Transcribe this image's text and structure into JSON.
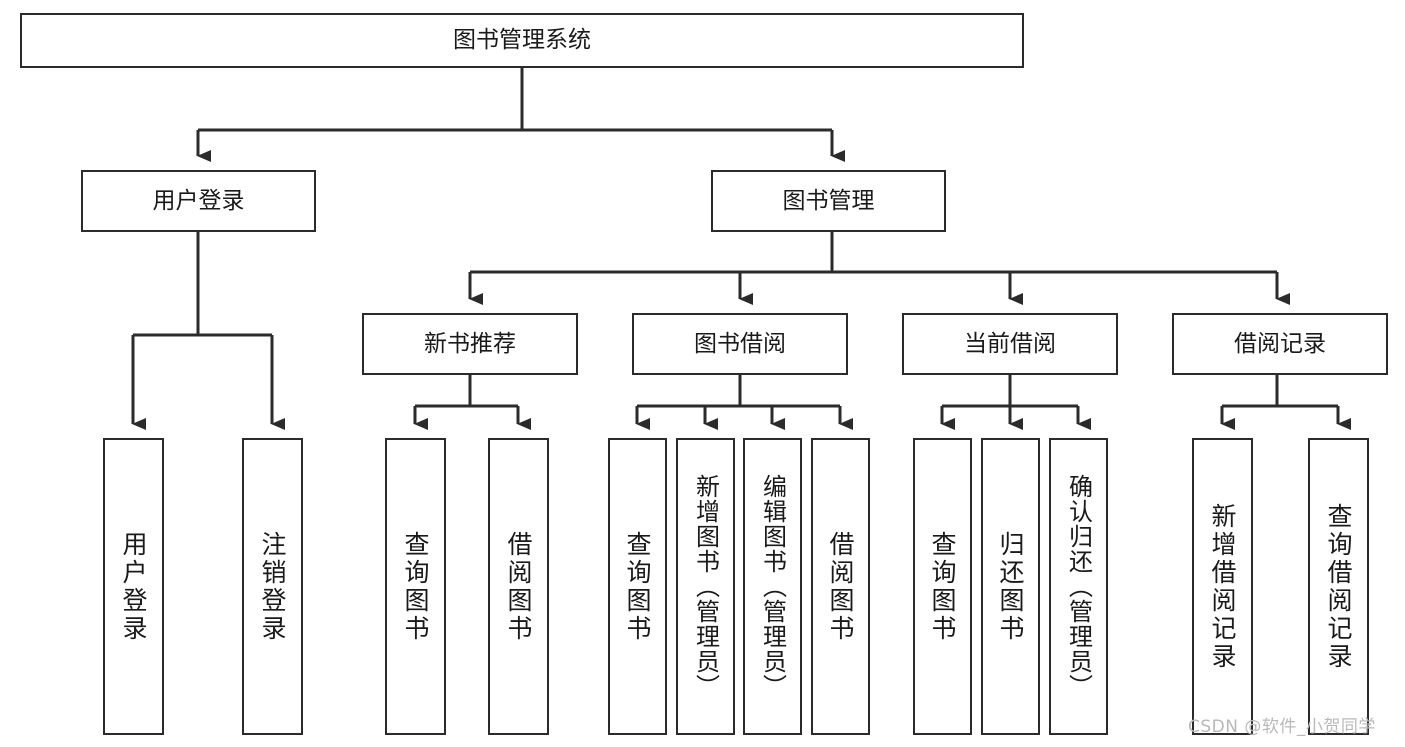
{
  "diagram": {
    "title": "图书管理系统",
    "type": "tree-structure-chart",
    "watermark": "CSDN @软件_小贺同学",
    "colors": {
      "background": "#ffffff",
      "box_border": "#2b2b2b",
      "box_fill": "#ffffff",
      "edge": "#2b2b2b",
      "text": "#1a1a1a",
      "watermark": "#b9b9b9"
    },
    "nodes": {
      "root": {
        "label": "图书管理系统",
        "level": 1
      },
      "level2": [
        {
          "id": "user-login",
          "label": "用户登录"
        },
        {
          "id": "book-manage",
          "label": "图书管理"
        }
      ],
      "level3": [
        {
          "id": "new-book-recommend",
          "label": "新书推荐",
          "parent": "book-manage"
        },
        {
          "id": "book-borrow",
          "label": "图书借阅",
          "parent": "book-manage"
        },
        {
          "id": "current-borrow",
          "label": "当前借阅",
          "parent": "book-manage"
        },
        {
          "id": "borrow-record",
          "label": "借阅记录",
          "parent": "book-manage"
        }
      ],
      "leaves": [
        {
          "id": "leaf-user-login",
          "label": "用户登录",
          "parent": "user-login"
        },
        {
          "id": "leaf-logout-login",
          "label": "注销登录",
          "parent": "user-login"
        },
        {
          "id": "leaf-query-book-1",
          "label": "查询图书",
          "parent": "new-book-recommend"
        },
        {
          "id": "leaf-borrow-book-1",
          "label": "借阅图书",
          "parent": "new-book-recommend"
        },
        {
          "id": "leaf-query-book-2",
          "label": "查询图书",
          "parent": "book-borrow"
        },
        {
          "id": "leaf-add-book",
          "label": "新增图书（管理员）",
          "parent": "book-borrow"
        },
        {
          "id": "leaf-edit-book",
          "label": "编辑图书（管理员）",
          "parent": "book-borrow"
        },
        {
          "id": "leaf-borrow-book-2",
          "label": "借阅图书",
          "parent": "book-borrow"
        },
        {
          "id": "leaf-query-book-3",
          "label": "查询图书",
          "parent": "current-borrow"
        },
        {
          "id": "leaf-return-book",
          "label": "归还图书",
          "parent": "current-borrow"
        },
        {
          "id": "leaf-confirm-return",
          "label": "确认归还（管理员）",
          "parent": "current-borrow"
        },
        {
          "id": "leaf-add-record",
          "label": "新增借阅记录",
          "parent": "borrow-record"
        },
        {
          "id": "leaf-query-record",
          "label": "查询借阅记录",
          "parent": "borrow-record"
        }
      ]
    }
  }
}
